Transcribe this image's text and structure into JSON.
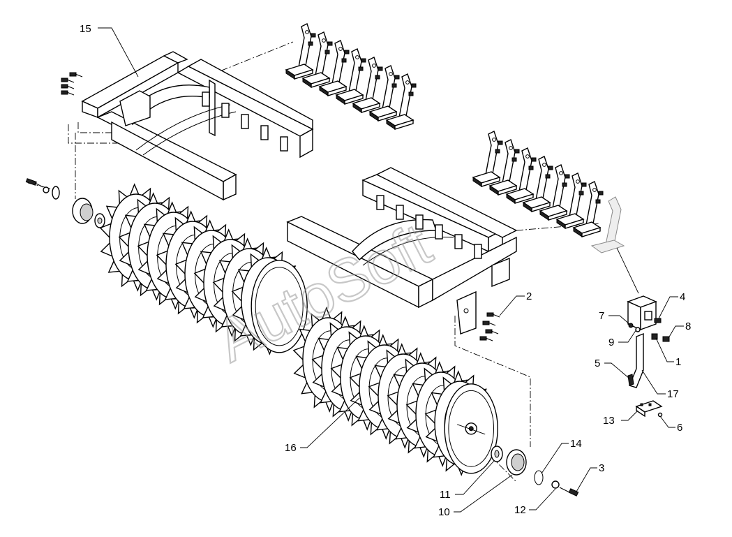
{
  "watermark": "AutoSoft",
  "callouts": [
    {
      "id": "c15",
      "label": "15"
    },
    {
      "id": "c2",
      "label": "2"
    },
    {
      "id": "c4",
      "label": "4"
    },
    {
      "id": "c7",
      "label": "7"
    },
    {
      "id": "c8",
      "label": "8"
    },
    {
      "id": "c9",
      "label": "9"
    },
    {
      "id": "c1",
      "label": "1"
    },
    {
      "id": "c5",
      "label": "5"
    },
    {
      "id": "c17",
      "label": "17"
    },
    {
      "id": "c13",
      "label": "13"
    },
    {
      "id": "c6",
      "label": "6"
    },
    {
      "id": "c16",
      "label": "16"
    },
    {
      "id": "c14",
      "label": "14"
    },
    {
      "id": "c3",
      "label": "3"
    },
    {
      "id": "c11",
      "label": "11"
    },
    {
      "id": "c12",
      "label": "12"
    },
    {
      "id": "c10",
      "label": "10"
    }
  ]
}
